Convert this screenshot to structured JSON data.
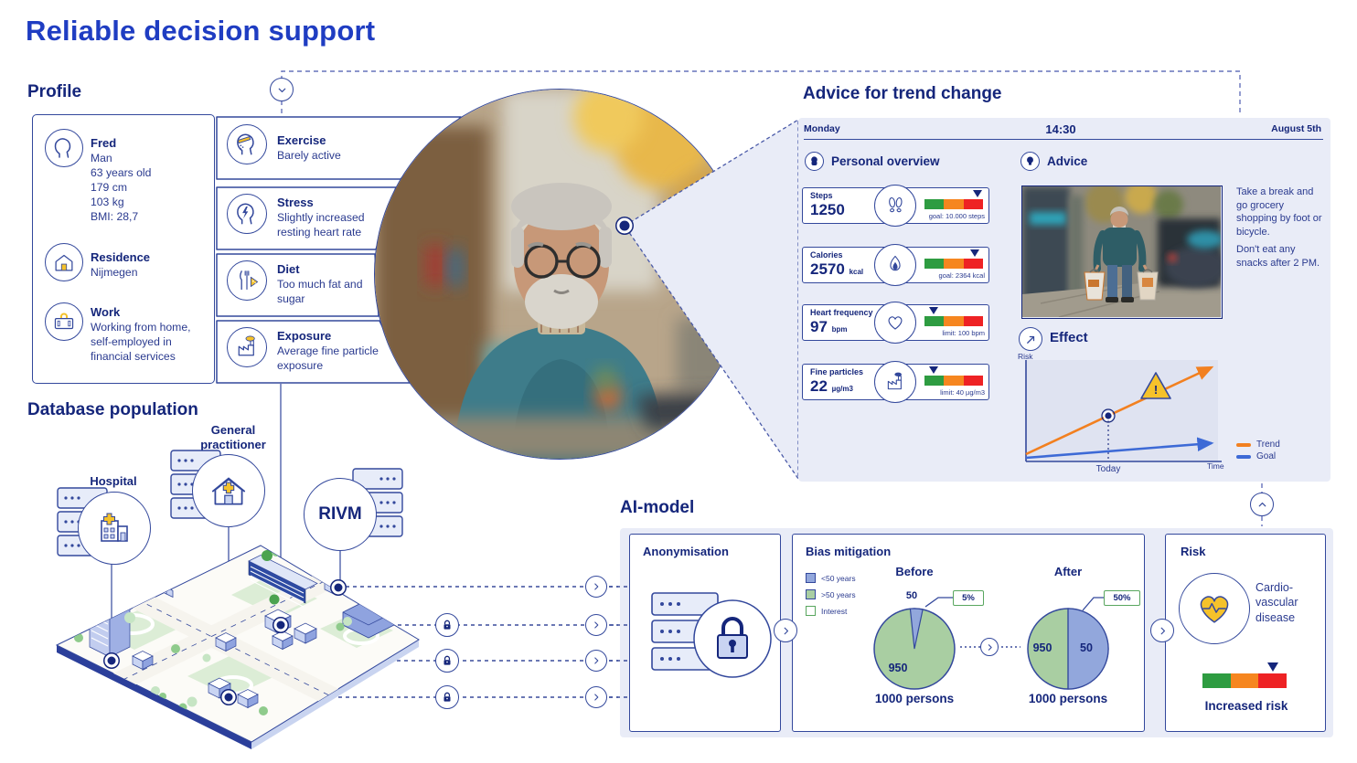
{
  "page": {
    "title": "Reliable decision support"
  },
  "profile": {
    "heading": "Profile",
    "person": {
      "name": "Fred",
      "icon": "head-profile-icon",
      "lines": [
        "Man",
        "63 years old",
        "179 cm",
        "103 kg",
        "BMI: 28,7"
      ]
    },
    "residence": {
      "title": "Residence",
      "line": "Nijmegen",
      "icon": "house-icon"
    },
    "work": {
      "title": "Work",
      "icon": "briefcase-icon",
      "lines": [
        "Working from home,",
        "self-employed in",
        "financial services"
      ]
    },
    "factors": [
      {
        "title": "Exercise",
        "desc": "Barely active",
        "icon": "sweatband-head-icon"
      },
      {
        "title": "Stress",
        "desc": "Slightly increased resting heart rate",
        "icon": "stress-head-icon"
      },
      {
        "title": "Diet",
        "desc": "Too much fat and sugar",
        "icon": "cutlery-icon"
      },
      {
        "title": "Exposure",
        "desc": "Average fine particle exposure",
        "icon": "factory-icon"
      }
    ]
  },
  "advice": {
    "heading": "Advice for trend change",
    "day": "Monday",
    "time": "14:30",
    "date": "August 5th",
    "personal_overview": "Personal overview",
    "advice_label": "Advice",
    "metrics": [
      {
        "label": "Steps",
        "value": "1250",
        "unit": "",
        "caption": "goal: 10.000 steps",
        "marker_pos": 0.9,
        "icon": "footsteps-icon"
      },
      {
        "label": "Calories",
        "value": "2570",
        "unit": "kcal",
        "caption": "goal: 2364 kcal",
        "marker_pos": 0.86,
        "icon": "flame-icon"
      },
      {
        "label": "Heart frequency",
        "value": "97",
        "unit": "bpm",
        "caption": "limit: 100 bpm",
        "marker_pos": 0.15,
        "icon": "heart-icon"
      },
      {
        "label": "Fine particles",
        "value": "22",
        "unit": "µg/m3",
        "caption": "limit: 40 µg/m3",
        "marker_pos": 0.15,
        "icon": "factory-cloud-icon"
      }
    ],
    "texts": [
      "Take a break and go grocery shopping by foot or bicycle.",
      "Don't eat any snacks after 2 PM."
    ],
    "effect": {
      "title": "Effect",
      "icon": "trend-arrow-icon",
      "ylabel": "Risk",
      "xlabel": "Time",
      "today": "Today",
      "legend_trend": "Trend",
      "legend_goal": "Goal"
    }
  },
  "database": {
    "heading": "Database population",
    "hospital": "Hospital",
    "gp_line1": "General",
    "gp_line2": "practitioner",
    "rivm": "RIVM"
  },
  "ai": {
    "heading": "AI-model",
    "anonymisation": {
      "title": "Anonymisation",
      "icon": "server-lock-icon"
    },
    "bias": {
      "title": "Bias mitigation",
      "legend": [
        {
          "label": "<50 years",
          "color": "#92A7DC"
        },
        {
          "label": ">50 years",
          "color": "#A9CEA2"
        },
        {
          "label": "Interest",
          "color": "#FFFFFF"
        }
      ],
      "before": {
        "title": "Before",
        "minor": "50",
        "major": "950",
        "callout": "5%",
        "caption": "1000 persons"
      },
      "after": {
        "title": "After",
        "minor": "50",
        "major": "950",
        "callout": "50%",
        "caption": "1000 persons"
      }
    },
    "risk": {
      "title": "Risk",
      "icon": "heart-pulse-icon",
      "disease_lines": [
        "Cardio-",
        "vascular",
        "disease"
      ],
      "caption": "Increased risk",
      "marker_pos": 0.84
    }
  },
  "colors": {
    "title_blue": "#1F3DC2",
    "heading_navy": "#15267B",
    "text_navy": "#2A3A8F",
    "border_navy": "#33489C",
    "panel_bg": "#E9ECF7",
    "gauge_green": "#2E9C41",
    "gauge_orange": "#F6861F",
    "gauge_red": "#EE2224",
    "accent_yellow": "#F5C22B",
    "pie_green": "#A9CEA2",
    "pie_blue": "#92A7DC",
    "callout_green": "#59A65F",
    "trend_orange": "#F28020",
    "goal_blue": "#3D6AD6"
  },
  "chart_data": [
    {
      "type": "line",
      "title": "Effect",
      "xlabel": "Time",
      "ylabel": "Risk",
      "grid": false,
      "legend_position": "right-bottom",
      "series": [
        {
          "name": "Trend",
          "color": "#F28020",
          "x": [
            0,
            1
          ],
          "y": [
            0.07,
            0.9
          ]
        },
        {
          "name": "Goal",
          "color": "#3D6AD6",
          "x": [
            0,
            1
          ],
          "y": [
            0.04,
            0.18
          ]
        }
      ],
      "annotations": [
        {
          "type": "point-marker",
          "series": "Trend",
          "x": 0.44,
          "y": 0.43,
          "label": "Today"
        },
        {
          "type": "warning-sign",
          "series": "Trend",
          "x": 0.68
        }
      ]
    },
    {
      "type": "pie",
      "title": "Before",
      "labels": [
        "<50 years",
        ">50 years"
      ],
      "values": [
        50,
        950
      ],
      "colors": [
        "#92A7DC",
        "#A9CEA2"
      ],
      "callout": "5%",
      "caption": "1000 persons"
    },
    {
      "type": "pie",
      "title": "After",
      "labels": [
        "<50 years",
        ">50 years"
      ],
      "values": [
        50,
        950
      ],
      "colors": [
        "#92A7DC",
        "#A9CEA2"
      ],
      "callout": "50%",
      "caption": "1000 persons"
    },
    {
      "type": "gauge",
      "label": "Steps",
      "value": 1250,
      "goal": "10.000 steps",
      "marker_pos": 0.9
    },
    {
      "type": "gauge",
      "label": "Calories",
      "value": 2570,
      "unit": "kcal",
      "goal": "2364 kcal",
      "marker_pos": 0.86
    },
    {
      "type": "gauge",
      "label": "Heart frequency",
      "value": 97,
      "unit": "bpm",
      "limit": "100 bpm",
      "marker_pos": 0.15
    },
    {
      "type": "gauge",
      "label": "Fine particles",
      "value": 22,
      "unit": "µg/m3",
      "limit": "40 µg/m3",
      "marker_pos": 0.15
    },
    {
      "type": "gauge",
      "label": "Increased risk",
      "marker_pos": 0.84
    }
  ]
}
